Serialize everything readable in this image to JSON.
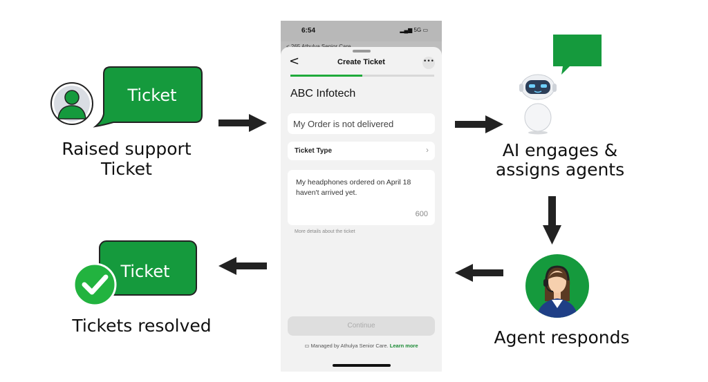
{
  "steps": {
    "raised": {
      "label_line1": "Raised support",
      "label_line2": "Ticket",
      "bubble": "Ticket"
    },
    "ai": {
      "label_line1": "AI engages &",
      "label_line2": "assigns agents"
    },
    "agent": {
      "label": "Agent responds"
    },
    "resolved": {
      "label": "Tickets resolved",
      "bubble": "Ticket"
    }
  },
  "phone": {
    "time": "6:54",
    "signal": "5G",
    "behind_text": "< 265    Athulya Senior Care",
    "title": "Create Ticket",
    "back": "<",
    "more": "•••",
    "progress": 0.5,
    "company": "ABC Infotech",
    "subject_value": "My Order is not delivered",
    "ticket_type_label": "Ticket Type",
    "description": "My headphones ordered on April 18 haven't arrived yet.",
    "char_count": "600",
    "hint": "More details about the ticket",
    "continue_label": "Continue",
    "footer_text": "Managed by Athulya Senior Care.",
    "footer_link": "Learn more"
  },
  "colors": {
    "accent_green": "#159a3d",
    "arrow": "#222222"
  },
  "icons": {
    "user": "user-avatar-icon",
    "robot": "robot-icon",
    "agent": "support-agent-icon",
    "check": "checkmark-icon"
  }
}
